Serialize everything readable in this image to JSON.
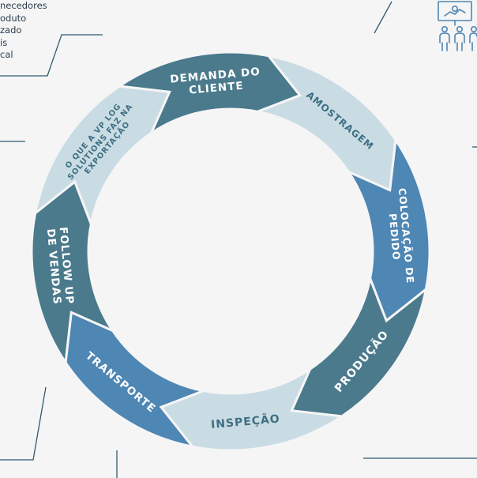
{
  "cycle": {
    "steps": [
      {
        "label": [
          "DEMANDA DO",
          "CLIENTE"
        ],
        "color": "#4a7a8c",
        "text_color": "#ffffff"
      },
      {
        "label": [
          "AMOSTRAGEM"
        ],
        "color": "#c9dce4",
        "text_color": "#3e6f82"
      },
      {
        "label": [
          "COLOCAÇÃO DE",
          "PEDIDO"
        ],
        "color": "#4e86b4",
        "text_color": "#ffffff"
      },
      {
        "label": [
          "PRODUÇÃO"
        ],
        "color": "#4a7a8c",
        "text_color": "#ffffff"
      },
      {
        "label": [
          "INSPEÇÃO"
        ],
        "color": "#c9dce4",
        "text_color": "#3e6f82"
      },
      {
        "label": [
          "TRANSPORTE"
        ],
        "color": "#4e86b4",
        "text_color": "#ffffff"
      },
      {
        "label": [
          "FOLLOW UP",
          "DE VENDAS"
        ],
        "color": "#4a7a8c",
        "text_color": "#ffffff"
      },
      {
        "label": [
          "O QUE A VP LOG",
          "SOLUTIONS FAZ NA",
          "EXPORTAÇÃO"
        ],
        "color": "#c9dce4",
        "text_color": "#3e6f82"
      }
    ]
  },
  "side_text": {
    "lines": [
      "necedores",
      "oduto",
      "zado",
      "is",
      "cal"
    ]
  },
  "icons": {
    "team_icon": "presentation-team-icon",
    "icon_color": "#4e86b4"
  },
  "colors": {
    "background": "#f5f5f5",
    "leader_line": "#2f5b70"
  }
}
